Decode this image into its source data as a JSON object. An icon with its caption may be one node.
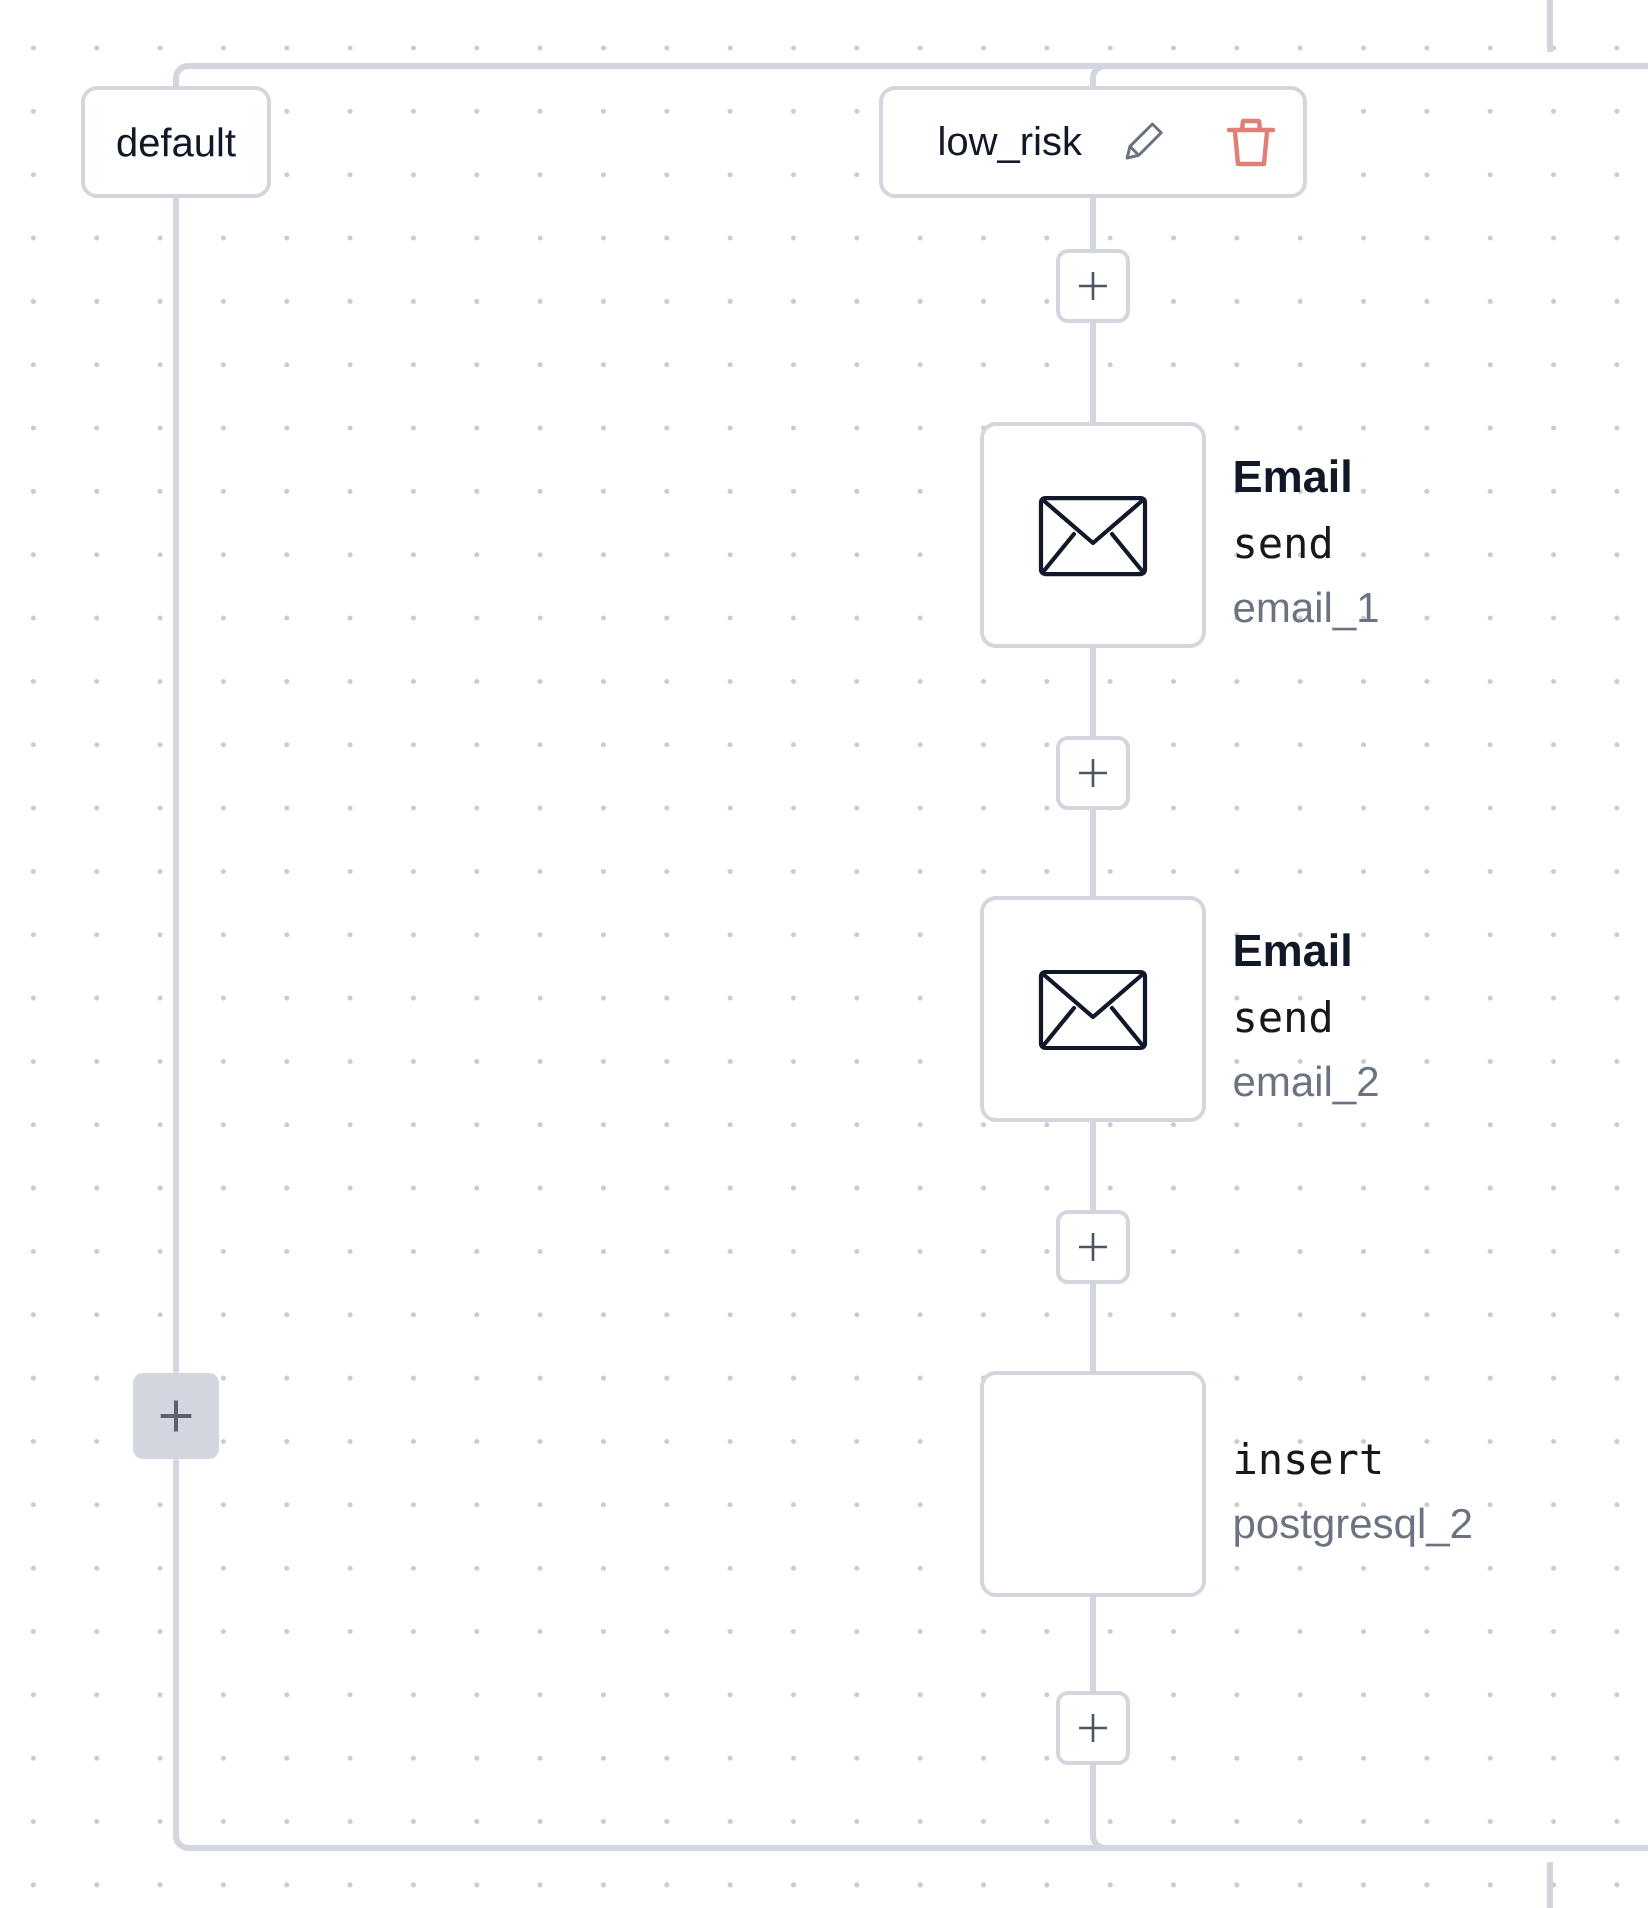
{
  "diagram": {
    "nodes": [
      {
        "text": [
          "default"
        ]
      },
      {
        "text": [
          "low_risk"
        ]
      },
      {
        "text": [],
        "shape": "box"
      },
      {
        "text": [
          "Email",
          "send",
          "email_1"
        ]
      },
      {
        "text": [],
        "shape": "box"
      },
      {
        "text": [
          "Email",
          "send",
          "email_2"
        ]
      },
      {
        "text": [],
        "shape": "box"
      },
      {
        "text": [
          "insert",
          "postgresql_2"
        ]
      },
      {
        "text": [],
        "shape": "box"
      },
      {
        "text": [],
        "shape": "box"
      }
    ],
    "edges": [
      {
        "from": null,
        "to": 0,
        "arrow": "none"
      },
      {
        "from": null,
        "to": 1,
        "arrow": "none"
      },
      {
        "from": 1,
        "to": 2,
        "arrow": "none"
      },
      {
        "from": 2,
        "to": 3,
        "arrow": "none"
      },
      {
        "from": 3,
        "to": 4,
        "arrow": "none"
      },
      {
        "from": 4,
        "to": 5,
        "arrow": "none"
      },
      {
        "from": 5,
        "to": 6,
        "arrow": "none"
      },
      {
        "from": 6,
        "to": 7,
        "arrow": "none"
      },
      {
        "from": 7,
        "to": 8,
        "arrow": "none"
      },
      {
        "from": 8,
        "to": null,
        "arrow": "none"
      },
      {
        "from": 0,
        "to": 9,
        "arrow": "none"
      },
      {
        "from": 9,
        "to": null,
        "arrow": "none"
      }
    ]
  }
}
